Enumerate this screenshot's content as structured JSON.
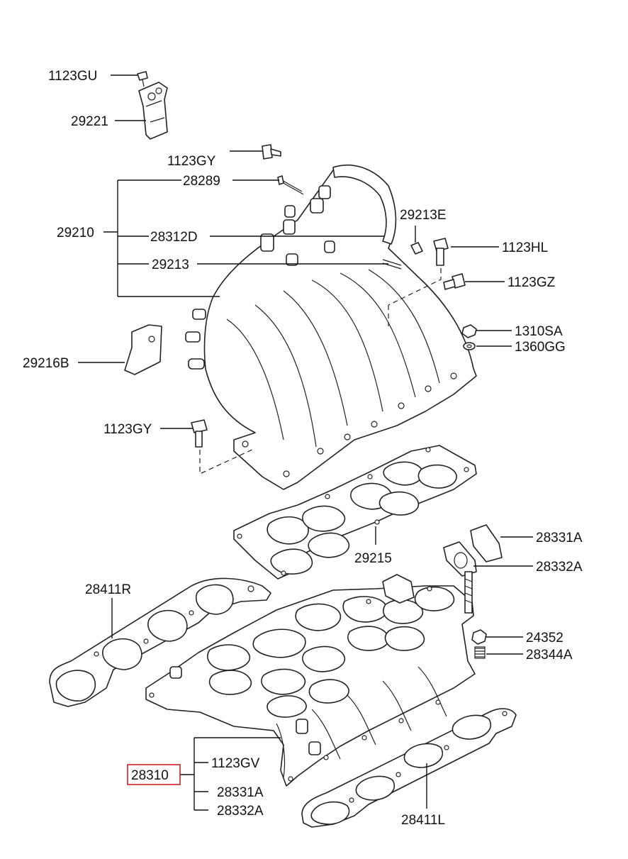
{
  "labels": {
    "l_1123GU": "1123GU",
    "l_29221": "29221",
    "l_1123GY_top": "1123GY",
    "l_28289": "28289",
    "l_29210": "29210",
    "l_28312D": "28312D",
    "l_29213E": "29213E",
    "l_29213": "29213",
    "l_1123HL": "1123HL",
    "l_1123GZ": "1123GZ",
    "l_1310SA": "1310SA",
    "l_1360GG": "1360GG",
    "l_29216B": "29216B",
    "l_1123GY_mid": "1123GY",
    "l_29215": "29215",
    "l_28331A_top": "28331A",
    "l_28332A_top": "28332A",
    "l_28411R": "28411R",
    "l_24352": "24352",
    "l_28344A": "28344A",
    "l_28310": "28310",
    "l_1123GV": "1123GV",
    "l_28331A_bot": "28331A",
    "l_28332A_bot": "28332A",
    "l_28411L": "28411L"
  },
  "colors": {
    "line": "#111111",
    "highlight": "#d42020",
    "background": "#ffffff"
  },
  "highlighted_part": "28310"
}
